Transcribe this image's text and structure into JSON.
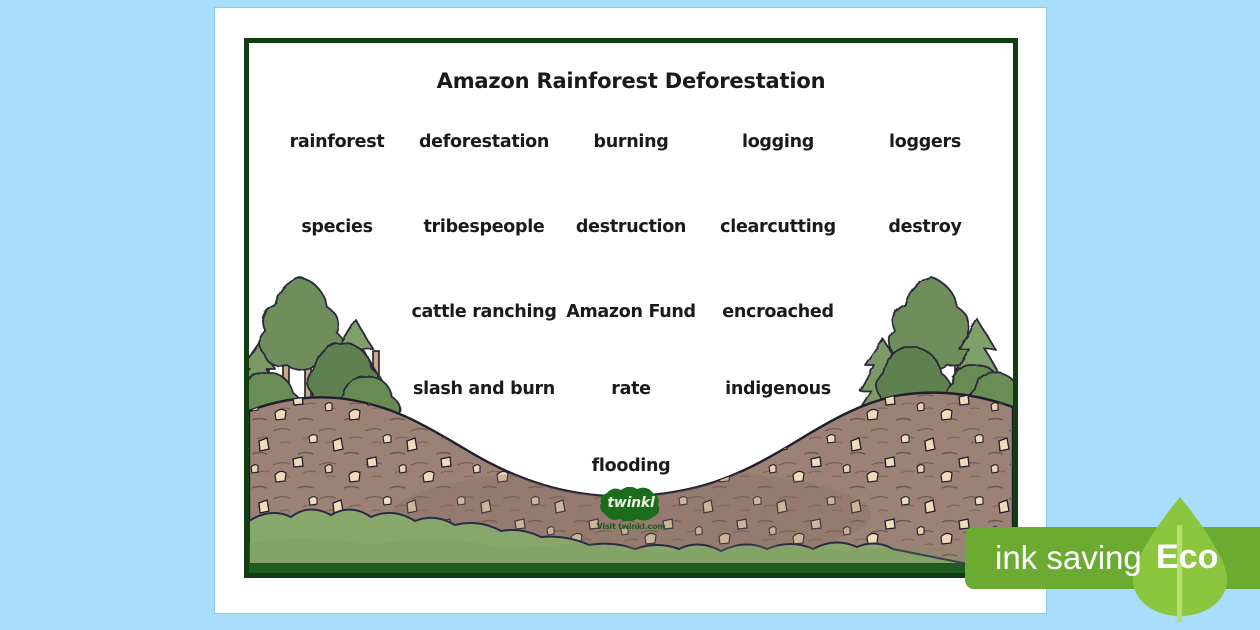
{
  "background": {
    "color": "#a8ddfc"
  },
  "page": {
    "sheet_color": "#ffffff",
    "border_color": "#123d12"
  },
  "poster": {
    "title": "Amazon Rainforest Deforestation",
    "word_rows": [
      [
        "rainforest",
        "deforestation",
        "burning",
        "logging",
        "loggers"
      ],
      [
        "species",
        "tribespeople",
        "destruction",
        "clearcutting",
        "destroy"
      ],
      [
        "",
        "cattle ranching",
        "Amazon Fund",
        "encroached",
        ""
      ],
      [
        "",
        "slash and burn",
        "rate",
        "indigenous",
        ""
      ],
      [
        "",
        "",
        "flooding",
        "",
        ""
      ]
    ]
  },
  "illustration": {
    "description": "deforested-landscape",
    "colors": {
      "sky": "#ffffff",
      "soil": "#9c8276",
      "soil_shadow": "#8a6f64",
      "grass": "#88a76a",
      "grass_dark": "#5f7e48",
      "tree_foliage": "#6f8e5b",
      "tree_foliage_dark": "#55744a",
      "trunk": "#c8ab86",
      "outline": "#1e1e2e",
      "stump": "#f0dcb8"
    }
  },
  "twinkl_logo": {
    "name": "twinkl",
    "url_text": "Visit twinkl.com",
    "blob_color": "#1d6b1d",
    "text_color": "#eef3e4"
  },
  "eco_badge": {
    "ink_saving_label": "ink saving",
    "eco_label": "Eco",
    "bar_color": "#6cab32",
    "leaf_color": "#8cc63f",
    "text_color": "#ffffff"
  }
}
